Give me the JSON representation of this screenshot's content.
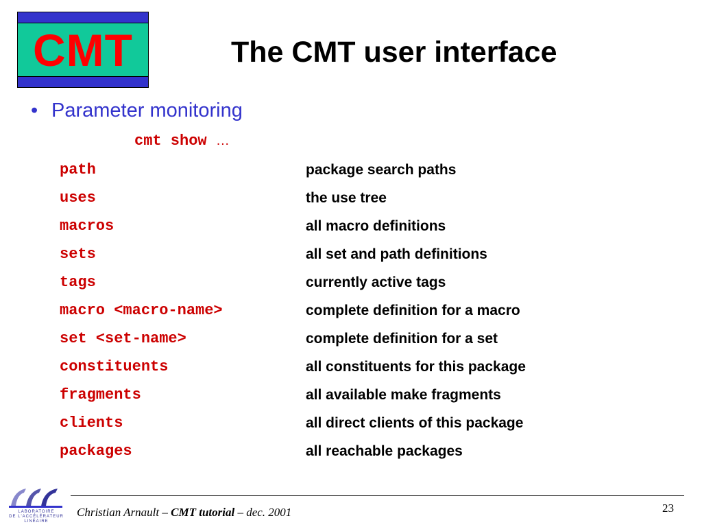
{
  "logo": {
    "text": "CMT"
  },
  "slide": {
    "title": "The CMT user interface",
    "bullet": "Parameter monitoring",
    "command": "cmt show",
    "command_suffix": "…"
  },
  "rows": [
    {
      "key": "path",
      "desc": "package search paths"
    },
    {
      "key": "uses",
      "desc": "the use tree"
    },
    {
      "key": "macros",
      "desc": "all macro definitions"
    },
    {
      "key": "sets",
      "desc": "all set and path definitions"
    },
    {
      "key": "tags",
      "desc": "currently active tags"
    },
    {
      "key": "macro <macro-name>",
      "desc": "complete definition for a macro"
    },
    {
      "key": "set <set-name>",
      "desc": "complete definition for a set"
    },
    {
      "key": "constituents",
      "desc": "all constituents for this package"
    },
    {
      "key": "fragments",
      "desc": "all available make fragments"
    },
    {
      "key": "clients",
      "desc": "all direct clients of this package"
    },
    {
      "key": "packages",
      "desc": "all reachable packages"
    }
  ],
  "footer": {
    "author": "Christian Arnault",
    "dash1": " – ",
    "course": "CMT tutorial",
    "dash2": " – ",
    "date": "dec. 2001",
    "page": "23",
    "lab_logo": "LAL",
    "lab_line1": "LABORATOIRE",
    "lab_line2": "DE L'ACCÉLÉRATEUR",
    "lab_line3": "LINÉAIRE"
  },
  "colors": {
    "accent": "#3333cc",
    "logo_bg": "#11c99a",
    "code": "#cc0000"
  }
}
